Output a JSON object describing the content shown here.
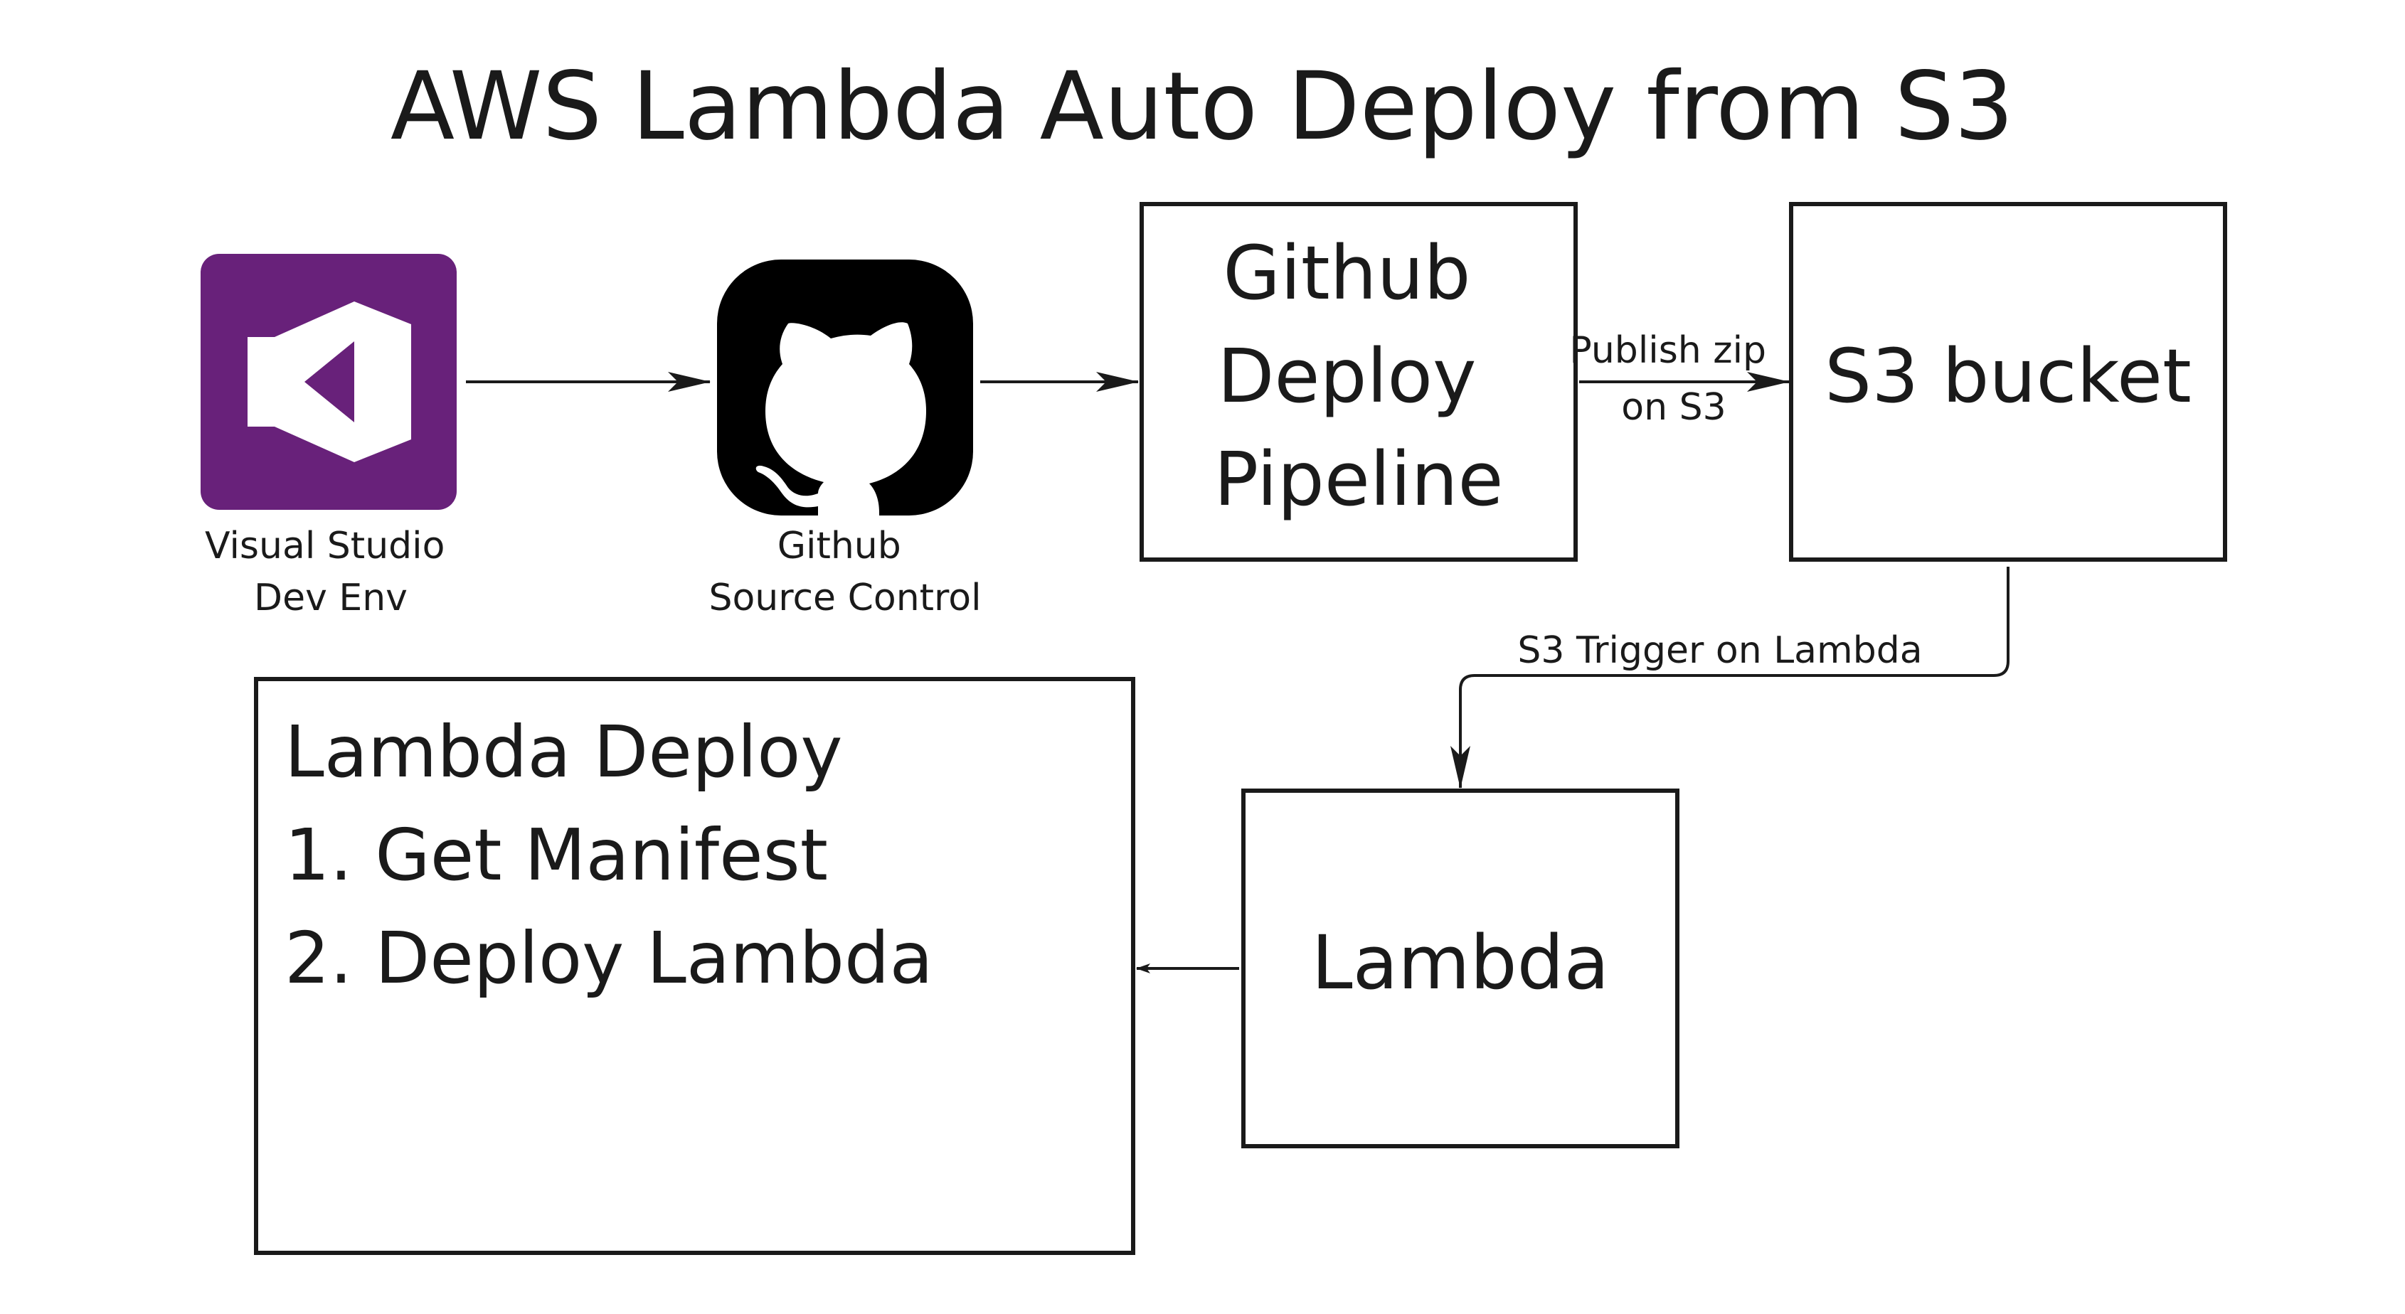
{
  "title": "AWS Lambda Auto Deploy from S3",
  "colors": {
    "visual_studio_purple": "#68217a",
    "ink": "#1a1a1a",
    "github_black": "#000000",
    "background": "#ffffff"
  },
  "nodes": {
    "visual_studio": {
      "icon": "visual-studio-icon",
      "label_lines": [
        "Visual Studio",
        "Dev Env"
      ]
    },
    "github": {
      "icon": "github-octocat-icon",
      "label_lines": [
        "Github",
        "Source Control"
      ]
    },
    "pipeline": {
      "lines": [
        "Github",
        "Deploy",
        "Pipeline"
      ]
    },
    "s3_bucket": {
      "label": "S3 bucket"
    },
    "lambda": {
      "label": "Lambda"
    },
    "lambda_deploy": {
      "lines": [
        "Lambda Deploy",
        "1. Get Manifest",
        "2. Deploy Lambda"
      ]
    }
  },
  "edges": {
    "vs_to_github": {
      "label": ""
    },
    "github_to_pipeline": {
      "label": ""
    },
    "pipeline_to_s3": {
      "label_lines": [
        "Publish zip",
        "on S3"
      ]
    },
    "s3_to_lambda": {
      "label": "S3 Trigger on Lambda"
    },
    "lambda_to_deploy": {
      "label": ""
    }
  }
}
